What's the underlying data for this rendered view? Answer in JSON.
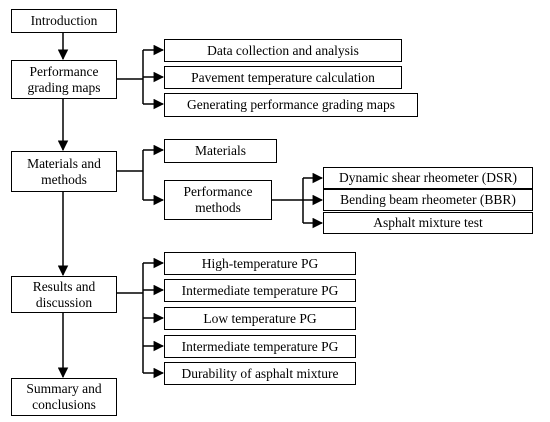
{
  "diagram": {
    "main_sections": [
      {
        "id": "introduction",
        "label": "Introduction"
      },
      {
        "id": "pg-maps",
        "label": "Performance grading maps"
      },
      {
        "id": "materials-methods",
        "label": "Materials and methods"
      },
      {
        "id": "results-discussion",
        "label": "Results and discussion"
      },
      {
        "id": "summary-conclusions",
        "label": "Summary and conclusions"
      }
    ],
    "pg_maps_items": [
      {
        "id": "data-collection",
        "label": "Data collection and analysis"
      },
      {
        "id": "pavement-temp",
        "label": "Pavement temperature calculation"
      },
      {
        "id": "generating-pg-maps",
        "label": "Generating performance grading maps"
      }
    ],
    "materials_items": [
      {
        "id": "materials",
        "label": "Materials"
      },
      {
        "id": "performance-methods",
        "label": "Performance methods"
      }
    ],
    "performance_method_items": [
      {
        "id": "dsr",
        "label": "Dynamic shear rheometer (DSR)"
      },
      {
        "id": "bbr",
        "label": "Bending beam rheometer (BBR)"
      },
      {
        "id": "asphalt-mixture-test",
        "label": "Asphalt mixture test"
      }
    ],
    "results_items": [
      {
        "id": "high-temp-pg",
        "label": "High-temperature PG"
      },
      {
        "id": "intermediate-temp-pg-1",
        "label": "Intermediate temperature PG"
      },
      {
        "id": "low-temp-pg",
        "label": "Low temperature PG"
      },
      {
        "id": "intermediate-temp-pg-2",
        "label": "Intermediate temperature PG"
      },
      {
        "id": "durability",
        "label": "Durability of asphalt mixture"
      }
    ]
  }
}
